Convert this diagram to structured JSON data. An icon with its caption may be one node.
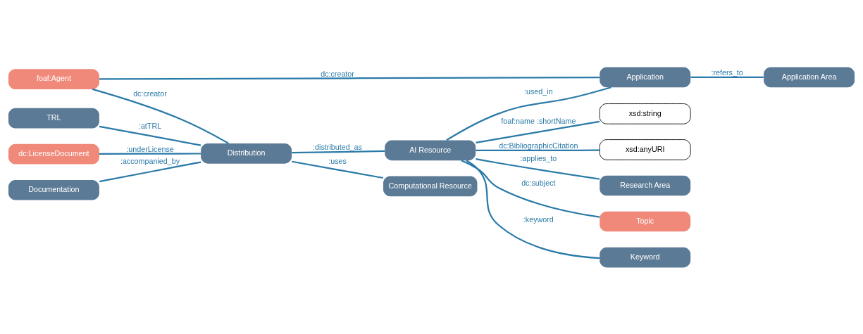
{
  "diagram": {
    "nodes": [
      {
        "text": [
          "xsd:string"
        ]
      },
      {
        "text": [
          "xsd:anyURI"
        ]
      },
      {
        "text": [
          "dc:LicenseDocument"
        ]
      },
      {
        "text": [
          "Documentation"
        ]
      },
      {
        "text": [
          "Research Area"
        ]
      },
      {
        "text": [
          "Distribution"
        ]
      },
      {
        "text": [
          "AI Resource"
        ]
      },
      {
        "text": [
          "Topic"
        ]
      },
      {
        "text": [
          "TRL"
        ]
      },
      {
        "text": [
          "Computational Resource"
        ]
      },
      {
        "text": [
          "Keyword"
        ]
      },
      {
        "text": [
          "foaf:Agent"
        ]
      },
      {
        "text": [
          "Application"
        ]
      },
      {
        "text": [
          "Application Area"
        ]
      }
    ],
    "edges": [
      {
        "from": 5,
        "to": 2,
        "arrow": "none",
        "label": ":underLicense"
      },
      {
        "from": 5,
        "to": 3,
        "arrow": "none",
        "label": ":accompanied_by"
      },
      {
        "from": 5,
        "to": 6,
        "arrow": "none",
        "label": ":distributed_as"
      },
      {
        "from": 6,
        "to": 0,
        "arrow": "none",
        "label": "foaf:name :shortName"
      },
      {
        "from": 6,
        "to": 1,
        "arrow": "none",
        "label": "dc:BibliographicCitation"
      },
      {
        "from": 6,
        "to": 4,
        "arrow": "none",
        "label": ":applies_to"
      },
      {
        "from": 6,
        "to": 7,
        "arrow": "none",
        "label": "dc:subject"
      },
      {
        "from": 6,
        "to": 10,
        "arrow": "none",
        "label": ":keyword"
      },
      {
        "from": 5,
        "to": 8,
        "arrow": "none",
        "label": ":atTRL"
      },
      {
        "from": 5,
        "to": 9,
        "arrow": "none",
        "label": ":uses"
      },
      {
        "from": 5,
        "to": 11,
        "arrow": "none",
        "label": "dc:creator"
      },
      {
        "from": 12,
        "to": 6,
        "arrow": "none",
        "label": ":used_in"
      },
      {
        "from": 12,
        "to": 11,
        "arrow": "none",
        "label": "dc:creator"
      },
      {
        "from": 12,
        "to": 13,
        "arrow": "none",
        "label": ":refers_to"
      }
    ]
  }
}
